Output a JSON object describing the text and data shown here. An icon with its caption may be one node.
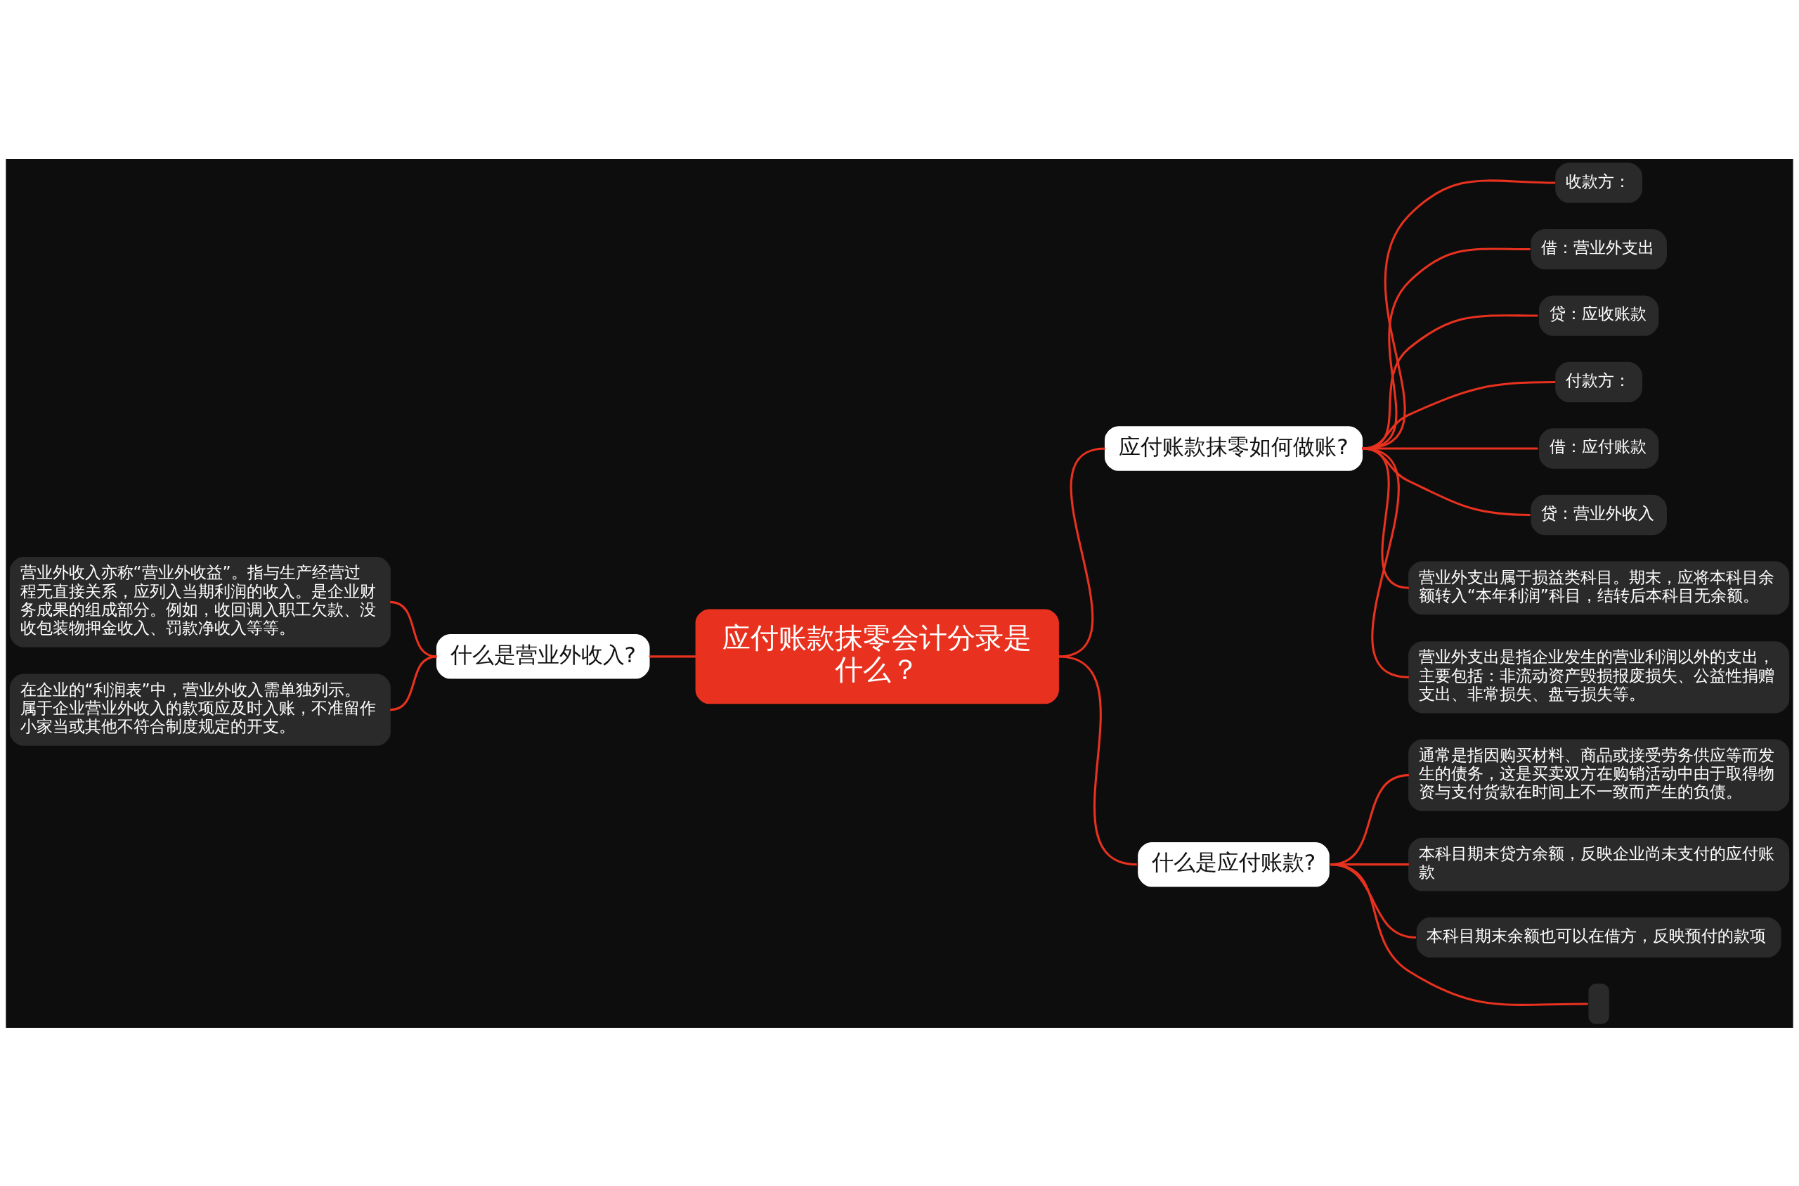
{
  "diagram": {
    "nodes": [
      {
        "text": [
          "应付账款抹零会计分录是什么？"
        ]
      },
      {
        "text": [
          "什么是营业外收入?"
        ]
      },
      {
        "text": [
          "营业外收入亦称“营业外收益”。指与生产经营过程无直接关系，应列入当期利润的收入。是企业财务成果的组成部分。例如，收回调入职工欠款、没收包装物押金收入、罚款净收入等等。"
        ]
      },
      {
        "text": [
          "在企业的“利润表”中，营业外收入需单独列示。属于企业营业外收入的款项应及时入账，不准留作小家当或其他不符合制度规定的开支。"
        ]
      },
      {
        "text": [
          "应付账款抹零如何做账?"
        ]
      },
      {
        "text": [
          "收款方："
        ]
      },
      {
        "text": [
          "借：营业外支出"
        ]
      },
      {
        "text": [
          "贷：应收账款"
        ]
      },
      {
        "text": [
          "付款方："
        ]
      },
      {
        "text": [
          "借：应付账款"
        ]
      },
      {
        "text": [
          "贷：营业外收入"
        ]
      },
      {
        "text": [
          "营业外支出属于损益类科目。期末，应将本科目余额转入“本年利润”科目，结转后本科目无余额。"
        ]
      },
      {
        "text": [
          "营业外支出是指企业发生的营业利润以外的支出，主要包括：非流动资产毁损报废损失、公益性捐赠支出、非常损失、盘亏损失等。"
        ]
      },
      {
        "text": [
          "什么是应付账款?"
        ]
      },
      {
        "text": [
          "通常是指因购买材料、商品或接受劳务供应等而发生的债务，这是买卖双方在购销活动中由于取得物资与支付货款在时间上不一致而产生的负债。"
        ]
      },
      {
        "text": [
          "本科目期末贷方余额，反映企业尚未支付的应付账款"
        ]
      },
      {
        "text": [
          "本科目期末余额也可以在借方，反映预付的款项"
        ]
      },
      {
        "text": [],
        "shape": "box"
      }
    ],
    "edges": [
      {
        "from": 0,
        "to": 1,
        "arrow": "none"
      },
      {
        "from": 1,
        "to": 2,
        "arrow": "none"
      },
      {
        "from": 1,
        "to": 3,
        "arrow": "none"
      },
      {
        "from": 0,
        "to": 4,
        "arrow": "none"
      },
      {
        "from": 4,
        "to": 5,
        "arrow": "none"
      },
      {
        "from": 4,
        "to": 6,
        "arrow": "none"
      },
      {
        "from": 4,
        "to": 7,
        "arrow": "none"
      },
      {
        "from": 4,
        "to": 8,
        "arrow": "none"
      },
      {
        "from": 4,
        "to": 9,
        "arrow": "none"
      },
      {
        "from": 4,
        "to": 10,
        "arrow": "none"
      },
      {
        "from": 4,
        "to": 11,
        "arrow": "none"
      },
      {
        "from": 4,
        "to": 12,
        "arrow": "none"
      },
      {
        "from": 0,
        "to": 13,
        "arrow": "none"
      },
      {
        "from": 13,
        "to": 14,
        "arrow": "none"
      },
      {
        "from": 13,
        "to": 15,
        "arrow": "none"
      },
      {
        "from": 13,
        "to": 16,
        "arrow": "none"
      },
      {
        "from": 13,
        "to": 17,
        "arrow": "none"
      }
    ]
  }
}
